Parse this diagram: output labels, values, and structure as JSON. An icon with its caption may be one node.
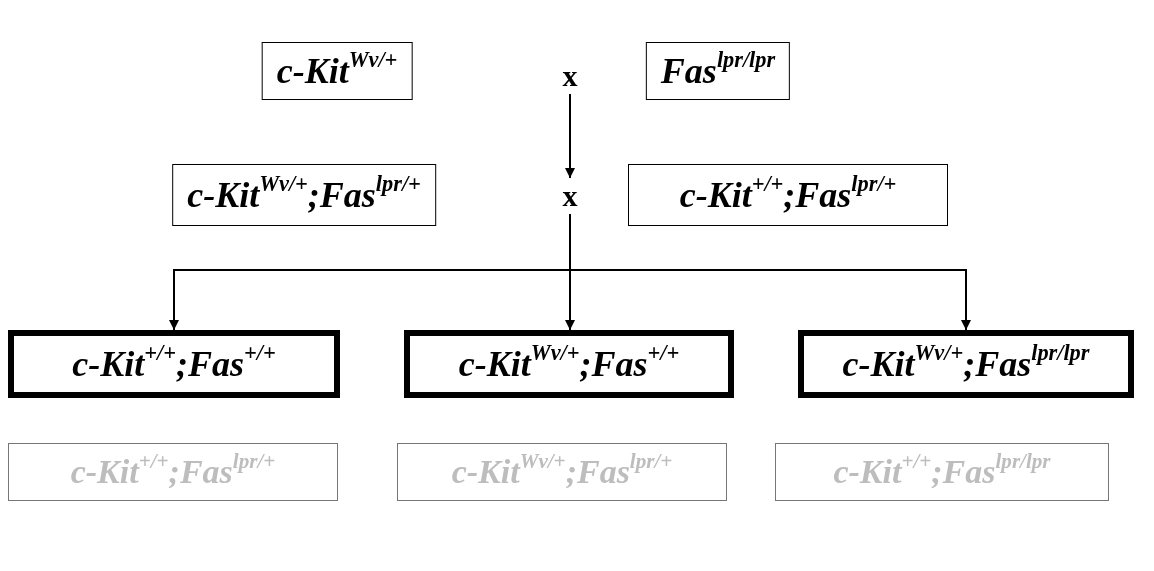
{
  "diagram": {
    "nodes": [
      {
        "text": [
          "c-Kit$^{Wv/+}$"
        ]
      },
      {
        "text": [
          "x"
        ]
      },
      {
        "text": [
          "Fas$^{lpr/lpr}$"
        ]
      },
      {
        "text": [
          "c-Kit$^{Wv/+}$;Fas$^{lpr/+}$"
        ]
      },
      {
        "text": [
          "x"
        ]
      },
      {
        "text": [
          "c-Kit$^{+/+}$;Fas$^{lpr/+}$"
        ]
      },
      {
        "text": [
          "c-Kit$^{+/+}$;Fas$^{+/+}$"
        ]
      },
      {
        "text": [
          "c-Kit$^{Wv/+}$;Fas$^{+/+}$"
        ]
      },
      {
        "text": [
          "c-Kit$^{Wv/+}$;Fas$^{lpr/lpr}$"
        ]
      },
      {
        "text": [
          "c-Kit$^{+/+}$;Fas$^{lpr/+}$"
        ]
      },
      {
        "text": [
          "c-Kit$^{Wv/+}$;Fas$^{lpr/+}$"
        ]
      },
      {
        "text": [
          "c-Kit$^{+/+}$;Fas$^{lpr/lpr}$"
        ]
      }
    ],
    "edges": [
      {
        "from": 1,
        "to": 4,
        "arrow": "to"
      },
      {
        "from": 4,
        "to": 6,
        "arrow": "to"
      },
      {
        "from": 4,
        "to": 7,
        "arrow": "to"
      },
      {
        "from": 4,
        "to": 8,
        "arrow": "to"
      }
    ]
  }
}
